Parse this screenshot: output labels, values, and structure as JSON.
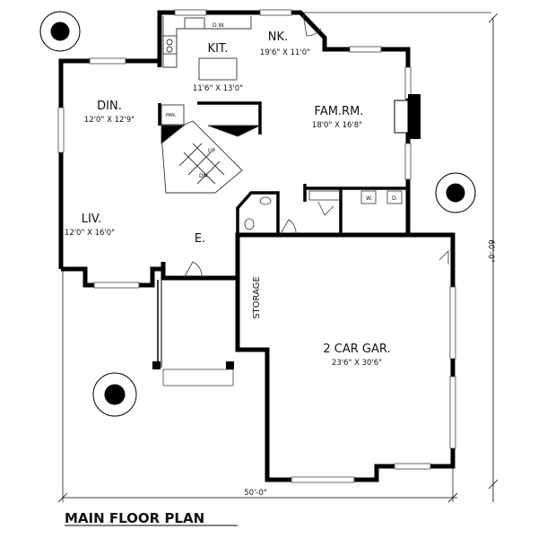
{
  "title": "MAIN FLOOR PLAN",
  "rooms": {
    "kitchen": {
      "name": "KIT.",
      "size": "11'6\" X 13'0\""
    },
    "nook": {
      "name": "NK.",
      "size": "19'6\" X 11'0\""
    },
    "dining": {
      "name": "DIN.",
      "size": "12'0\" X 12'9\""
    },
    "family": {
      "name": "FAM.RM.",
      "size": "18'0\" X 16'8\""
    },
    "living": {
      "name": "LIV.",
      "size": "12'0\" X 16'0\""
    },
    "entry": {
      "name": "E."
    },
    "storage": {
      "name": "STORAGE"
    },
    "garage": {
      "name": "2 CAR GAR.",
      "size": "23'6\" X 30'6\""
    }
  },
  "fixtures": {
    "dishwasher": "D.W.",
    "pantry": "PAN.",
    "washer": "W.",
    "dryer": "D.",
    "stair_up": "UP",
    "stair_down": "DN"
  },
  "dimensions": {
    "width": "50'-0\"",
    "depth": "60'-0\""
  }
}
